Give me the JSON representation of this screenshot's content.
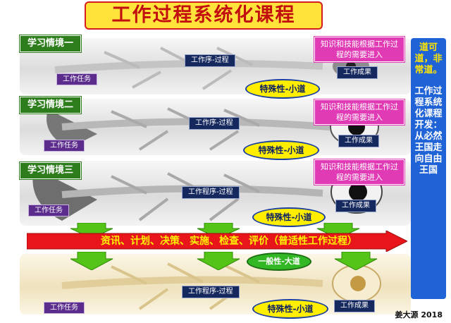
{
  "title": "工作过程系统化课程",
  "contexts": [
    {
      "label": "学习情境一",
      "task": "工作任务",
      "process": "工作序-过程",
      "specific": "特殊性-小道",
      "result": "工作成果"
    },
    {
      "label": "学习情境二",
      "task": "工作任务",
      "process": "工作序-过程",
      "specific": "特殊性-小道",
      "result": "工作成果"
    },
    {
      "label": "学习情境三",
      "task": "工作任务",
      "process": "工作程序-过程",
      "specific": "特殊性-小道",
      "result": "工作成果"
    }
  ],
  "bottom_scene": {
    "task": "工作任务",
    "process": "工作程序-过程",
    "specific": "特殊性-小道",
    "result": "工作成果"
  },
  "knowledge_note": "知识和技能根据工作过程的需要进入",
  "universal_bar": "资讯、计划、决策、实施、检查、评价（普适性工作过程）",
  "general_path": "一般性-大道",
  "side_panel": {
    "heading": "道可道，非常道。",
    "body": "工作过程系统化课程开发：从必然王国走向自由王国"
  },
  "credit": "姜大源 2018",
  "colors": {
    "title_fill": "#ffe23a",
    "title_text": "#c20e0e",
    "context_green": "#2e7d1c",
    "task_purple": "#5b2c8c",
    "note_pink": "#e13ab5",
    "panel_blue": "#1f63d6",
    "bar_red": "#e8161a",
    "arrow_green": "#55c418",
    "oval_yellow": "#ffee00"
  }
}
